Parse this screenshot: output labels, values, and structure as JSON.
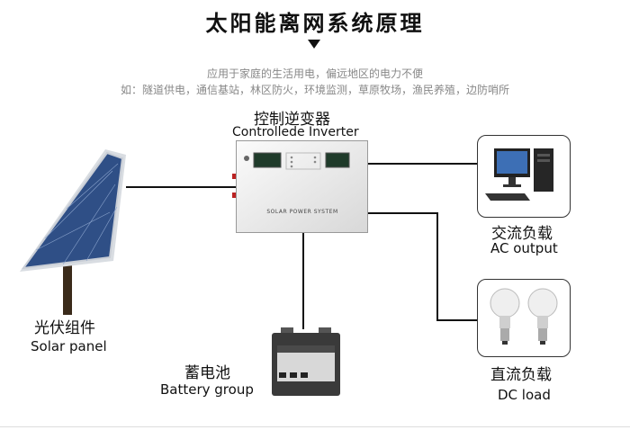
{
  "title": "太阳能离网系统原理",
  "subtitle_line1": "应用于家庭的生活用电，偏远地区的电力不便",
  "subtitle_line2": "如：隧道供电，通信基站，林区防火，环境监测，草原牧场，渔民养殖，边防哨所",
  "inverter": {
    "label_cn": "控制逆变器",
    "label_en": "Controllede Inverter",
    "panel_text": "SOLAR POWER SYSTEM"
  },
  "solar_panel": {
    "label_cn": "光伏组件",
    "label_en": "Solar panel"
  },
  "battery": {
    "label_cn": "蓄电池",
    "label_en": "Battery group"
  },
  "ac_output": {
    "label_cn": "交流负载",
    "label_en": "AC output"
  },
  "dc_load": {
    "label_cn": "直流负载",
    "label_en": "DC load"
  }
}
